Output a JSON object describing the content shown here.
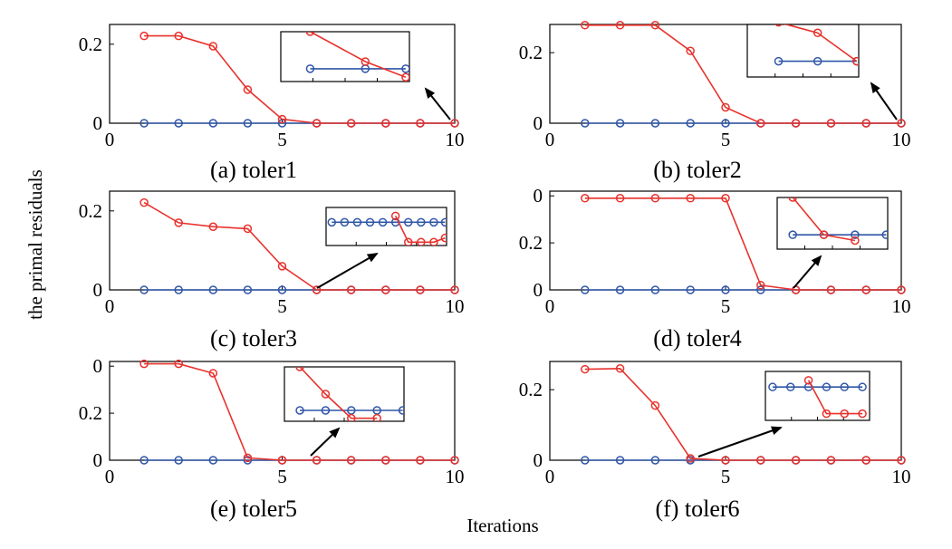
{
  "figure": {
    "ylabel": "the primal residuals",
    "xlabel": "Iterations"
  },
  "colors": {
    "red_series": "#e8322c",
    "blue_series": "#2f56a8",
    "arrow": "#000000"
  },
  "chart_data": [
    {
      "type": "line",
      "caption": "(a) toler1",
      "xlim": [
        0,
        10
      ],
      "ylim": [
        0,
        0.25
      ],
      "xticks": [
        "0",
        "5",
        "10"
      ],
      "yticks": [
        {
          "v": 0,
          "label": "0"
        },
        {
          "v": 0.2,
          "label": "0.2"
        }
      ],
      "x": [
        1,
        2,
        3,
        4,
        5,
        6,
        7,
        8,
        9,
        10
      ],
      "series": [
        {
          "color": "red",
          "values": [
            0.221,
            0.221,
            0.195,
            0.085,
            0.01,
            0,
            0,
            0,
            0,
            0
          ]
        },
        {
          "color": "blue",
          "values": [
            0,
            0,
            0,
            0,
            0,
            0,
            0,
            0,
            0,
            0
          ]
        }
      ],
      "inset": {
        "x": [
          8.7,
          9.45,
          10.0
        ],
        "red": [
          0.00035,
          0.00014,
          3e-05
        ],
        "blue": [
          9e-05,
          9e-05,
          9e-05
        ],
        "xlim": [
          8.3,
          10.05
        ],
        "ylim": [
          0.0,
          0.00035
        ]
      }
    },
    {
      "type": "line",
      "caption": "(b) toler2",
      "xlim": [
        0,
        10
      ],
      "ylim": [
        0,
        0.28
      ],
      "xticks": [
        "0",
        "5",
        "10"
      ],
      "yticks": [
        {
          "v": 0,
          "label": "0"
        },
        {
          "v": 0.2,
          "label": "0.2"
        }
      ],
      "x": [
        1,
        2,
        3,
        4,
        5,
        6,
        7,
        8,
        9,
        10
      ],
      "series": [
        {
          "color": "red",
          "values": [
            0.278,
            0.278,
            0.278,
            0.205,
            0.045,
            0,
            0,
            0,
            0,
            0
          ]
        },
        {
          "color": "blue",
          "values": [
            0,
            0,
            0,
            0,
            0,
            0,
            0,
            0,
            0,
            0
          ]
        }
      ],
      "inset": {
        "x": [
          8.0,
          9.0,
          10.0
        ],
        "red": [
          0.00052,
          0.00042,
          0.00015
        ],
        "blue": [
          0.00015,
          0.00015,
          0.00015
        ],
        "xlim": [
          7.2,
          10.05
        ],
        "ylim": [
          0.0,
          0.0005
        ]
      }
    },
    {
      "type": "line",
      "caption": "(c) toler3",
      "xlim": [
        0,
        10
      ],
      "ylim": [
        0,
        0.25
      ],
      "xticks": [
        "0",
        "5",
        "10"
      ],
      "yticks": [
        {
          "v": 0,
          "label": "0"
        },
        {
          "v": 0.2,
          "label": "0.2"
        }
      ],
      "x": [
        1,
        2,
        3,
        4,
        5,
        6,
        7,
        8,
        9,
        10
      ],
      "series": [
        {
          "color": "red",
          "values": [
            0.221,
            0.17,
            0.16,
            0.155,
            0.06,
            0,
            0,
            0,
            0,
            0
          ]
        },
        {
          "color": "blue",
          "values": [
            0,
            0,
            0,
            0,
            0,
            0,
            0,
            0,
            0,
            0
          ]
        }
      ],
      "inset": {
        "x": [
          6.0,
          6.45,
          6.9,
          7.35,
          7.8,
          8.25,
          8.7,
          9.15,
          9.6,
          10.0
        ],
        "red": [
          null,
          null,
          null,
          null,
          null,
          0.0007,
          8e-05,
          8e-05,
          8e-05,
          0.00018
        ],
        "blue": [
          0.00055,
          0.00055,
          0.00055,
          0.00055,
          0.00055,
          0.00055,
          0.00055,
          0.00055,
          0.00055,
          0.00055
        ],
        "xlim": [
          5.8,
          10.05
        ],
        "ylim": [
          0.0,
          0.0009
        ]
      }
    },
    {
      "type": "line",
      "caption": "(d) toler4",
      "xlim": [
        0,
        10
      ],
      "ylim": [
        0,
        0.42
      ],
      "xticks": [
        "0",
        "5",
        "10"
      ],
      "yticks": [
        {
          "v": 0,
          "label": "0"
        },
        {
          "v": 0.2,
          "label": "0.2"
        },
        {
          "v": 0.4,
          "label": "0"
        }
      ],
      "x": [
        1,
        2,
        3,
        4,
        5,
        6,
        7,
        8,
        9,
        10
      ],
      "series": [
        {
          "color": "red",
          "values": [
            0.39,
            0.39,
            0.39,
            0.39,
            0.39,
            0.02,
            0,
            0,
            0,
            0
          ]
        },
        {
          "color": "blue",
          "values": [
            0,
            0,
            0,
            0,
            0,
            0,
            0,
            0,
            0,
            0
          ]
        }
      ],
      "inset": {
        "x": [
          7.0,
          8.0,
          9.0,
          10.0
        ],
        "red": [
          0.0009,
          0.00025,
          0.00015,
          null
        ],
        "blue": [
          0.00025,
          0.00025,
          0.00025,
          0.00025
        ],
        "xlim": [
          6.5,
          10.05
        ],
        "ylim": [
          0.0,
          0.0009
        ]
      }
    },
    {
      "type": "line",
      "caption": "(e) toler5",
      "xlim": [
        0,
        10
      ],
      "ylim": [
        0,
        0.42
      ],
      "xticks": [
        "0",
        "5",
        "10"
      ],
      "yticks": [
        {
          "v": 0,
          "label": "0"
        },
        {
          "v": 0.2,
          "label": "0.2"
        },
        {
          "v": 0.4,
          "label": "0"
        }
      ],
      "x": [
        1,
        2,
        3,
        4,
        5,
        6,
        7,
        8,
        9,
        10
      ],
      "series": [
        {
          "color": "red",
          "values": [
            0.41,
            0.41,
            0.37,
            0.01,
            0,
            0,
            0,
            0,
            0,
            0
          ]
        },
        {
          "color": "blue",
          "values": [
            0,
            0,
            0,
            0,
            0,
            0,
            0,
            0,
            0,
            0
          ]
        }
      ],
      "inset": {
        "x": [
          6.0,
          7.0,
          8.0,
          9.0,
          10.0
        ],
        "red": [
          0.0009,
          0.00045,
          5e-05,
          5e-05,
          null
        ],
        "blue": [
          0.00018,
          0.00018,
          0.00018,
          0.00018,
          0.00018
        ],
        "xlim": [
          5.4,
          10.05
        ],
        "ylim": [
          0.0,
          0.0009
        ]
      }
    },
    {
      "type": "line",
      "caption": "(f) toler6",
      "xlim": [
        0,
        10
      ],
      "ylim": [
        0,
        0.28
      ],
      "xticks": [
        "0",
        "5",
        "10"
      ],
      "yticks": [
        {
          "v": 0,
          "label": "0"
        },
        {
          "v": 0.2,
          "label": "0.2"
        }
      ],
      "x": [
        1,
        2,
        3,
        4,
        5,
        6,
        7,
        8,
        9,
        10
      ],
      "series": [
        {
          "color": "red",
          "values": [
            0.258,
            0.26,
            0.155,
            0.005,
            0,
            0,
            0,
            0,
            0,
            0
          ]
        },
        {
          "color": "blue",
          "values": [
            0,
            0,
            0,
            0,
            0,
            0,
            0,
            0,
            0,
            0
          ]
        }
      ],
      "inset": {
        "x": [
          6.0,
          6.75,
          7.5,
          8.25,
          9.0,
          9.75
        ],
        "red": [
          null,
          null,
          0.0009,
          0.00015,
          0.00015,
          0.00015
        ],
        "blue": [
          0.00075,
          0.00075,
          0.00075,
          0.00075,
          0.00075,
          0.00075
        ],
        "xlim": [
          5.7,
          10.05
        ],
        "ylim": [
          0.0,
          0.0011
        ]
      }
    }
  ]
}
